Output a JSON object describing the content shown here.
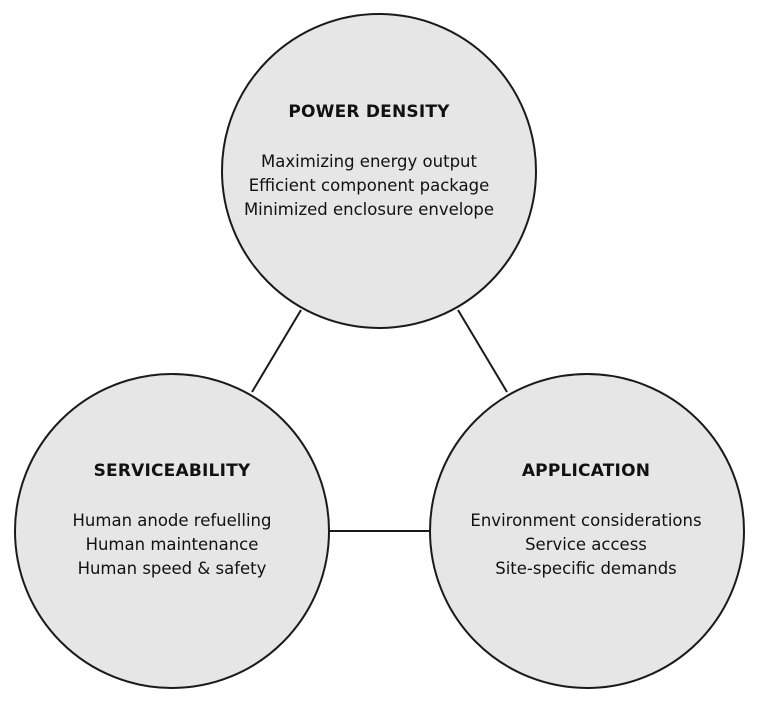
{
  "nodes": {
    "top": {
      "title": "POWER DENSITY",
      "lines": [
        "Maximizing energy output",
        "Efficient component package",
        "Minimized enclosure envelope"
      ]
    },
    "left": {
      "title": "SERVICEABILITY",
      "lines": [
        "Human anode refuelling",
        "Human maintenance",
        "Human speed & safety"
      ]
    },
    "right": {
      "title": "APPLICATION",
      "lines": [
        "Environment considerations",
        "Service access",
        "Site-specific demands"
      ]
    }
  },
  "colors": {
    "circle_fill": "#e6e6e6",
    "stroke": "#1a1a1a",
    "text": "#111111"
  }
}
